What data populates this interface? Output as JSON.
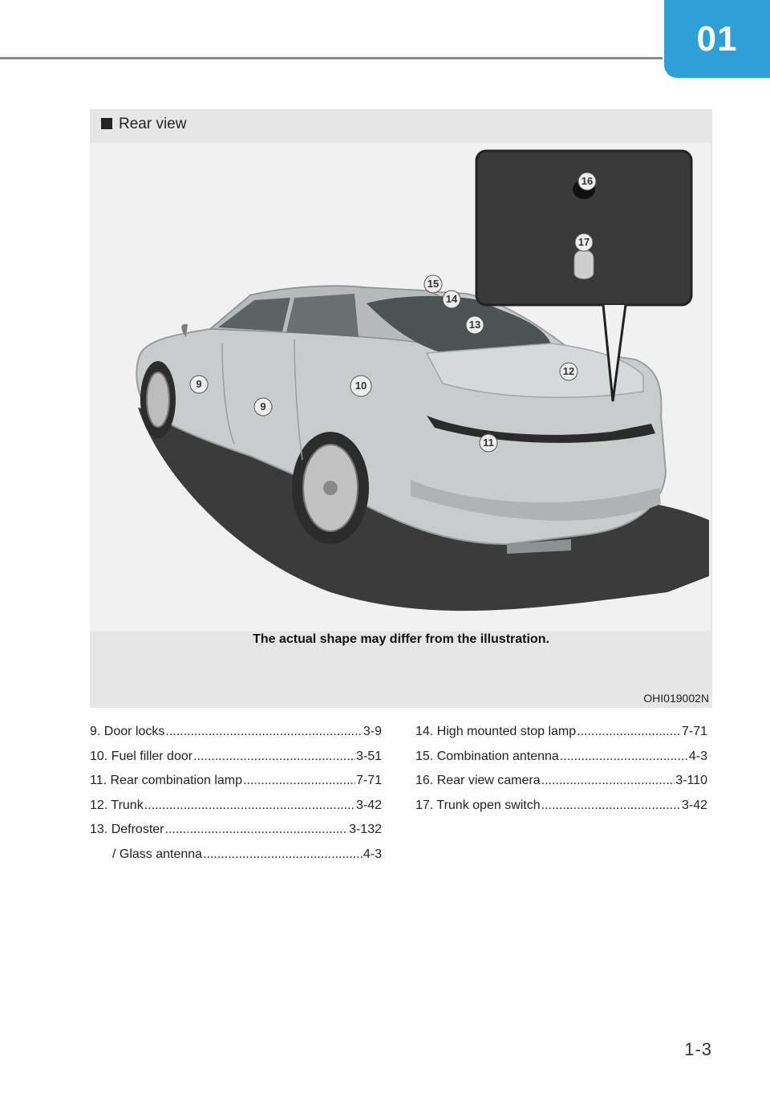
{
  "chapter": "01",
  "figure": {
    "heading": "Rear view",
    "caption": "The actual shape may differ from the illustration.",
    "code": "OHI019002N",
    "callouts": [
      "9",
      "9",
      "10",
      "11",
      "12",
      "13",
      "14",
      "15",
      "16",
      "17"
    ]
  },
  "items_left": [
    {
      "label": "9. Door locks",
      "page": "3-9"
    },
    {
      "label": "10. Fuel filler door",
      "page": "3-51"
    },
    {
      "label": "11. Rear combination lamp",
      "page": "7-71"
    },
    {
      "label": "12. Trunk",
      "page": "3-42"
    },
    {
      "label": "13. Defroster",
      "page": "3-132"
    },
    {
      "label": "/ Glass antenna",
      "page": "4-3"
    }
  ],
  "items_right": [
    {
      "label": "14. High mounted stop lamp",
      "page": "7-71"
    },
    {
      "label": "15. Combination antenna",
      "page": "4-3"
    },
    {
      "label": "16. Rear view camera",
      "page": "3-110"
    },
    {
      "label": "17. Trunk open switch",
      "page": "3-42"
    }
  ],
  "page_number": "1-3"
}
